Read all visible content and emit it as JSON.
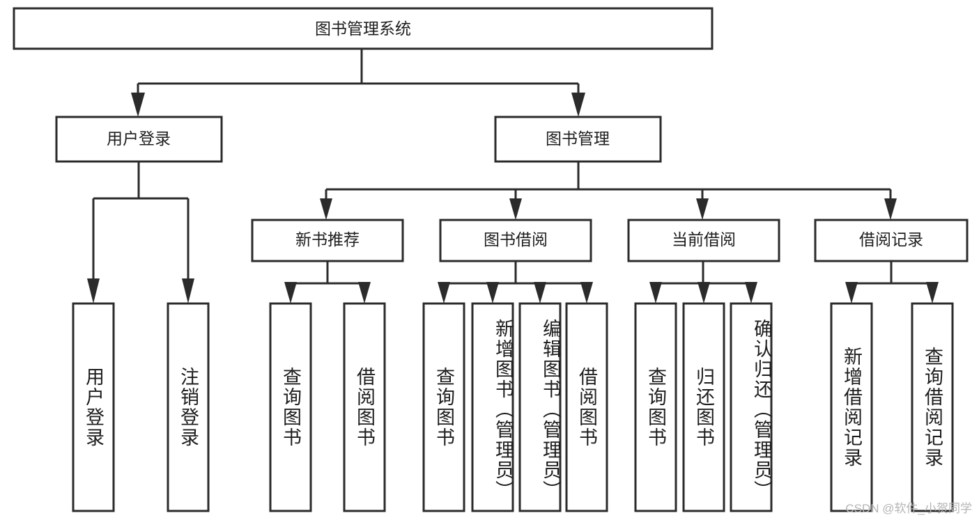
{
  "diagram": {
    "title": "图书管理系统",
    "watermark": "CSDN @软件_小贺同学",
    "colors": {
      "stroke": "#2b2b2b",
      "fill": "#ffffff",
      "text": "#1d1d1d",
      "watermark": "#b5b5b5",
      "background": "#ffffff"
    },
    "root": {
      "label": "图书管理系统",
      "name": "root-node"
    },
    "level2": [
      {
        "label": "用户登录",
        "name": "node-user-login"
      },
      {
        "label": "图书管理",
        "name": "node-book-management"
      }
    ],
    "level3": [
      {
        "label": "新书推荐",
        "name": "node-new-book-recommend"
      },
      {
        "label": "图书借阅",
        "name": "node-book-borrow"
      },
      {
        "label": "当前借阅",
        "name": "node-current-borrow"
      },
      {
        "label": "借阅记录",
        "name": "node-borrow-record"
      }
    ],
    "leaves": {
      "user_login": [
        {
          "label": "用户登录",
          "name": "leaf-user-login"
        },
        {
          "label": "注销登录",
          "name": "leaf-logout"
        }
      ],
      "new_book_recommend": [
        {
          "label": "查询图书",
          "name": "leaf-query-book-1"
        },
        {
          "label": "借阅图书",
          "name": "leaf-borrow-book-1"
        }
      ],
      "book_borrow": [
        {
          "label": "查询图书",
          "name": "leaf-query-book-2"
        },
        {
          "label": "新增图书（管理员）",
          "name": "leaf-add-book-admin"
        },
        {
          "label": "编辑图书（管理员）",
          "name": "leaf-edit-book-admin"
        },
        {
          "label": "借阅图书",
          "name": "leaf-borrow-book-2"
        }
      ],
      "current_borrow": [
        {
          "label": "查询图书",
          "name": "leaf-query-book-3"
        },
        {
          "label": "归还图书",
          "name": "leaf-return-book"
        },
        {
          "label": "确认归还（管理员）",
          "name": "leaf-confirm-return-admin"
        }
      ],
      "borrow_record": [
        {
          "label": "新增借阅记录",
          "name": "leaf-add-borrow-record"
        },
        {
          "label": "查询借阅记录",
          "name": "leaf-query-borrow-record"
        }
      ]
    }
  }
}
